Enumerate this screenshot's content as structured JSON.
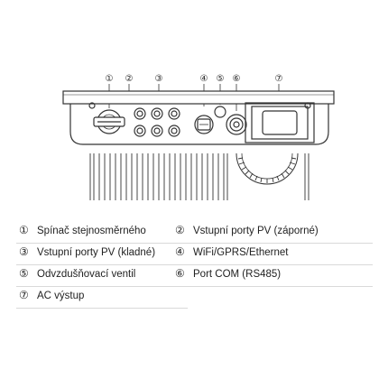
{
  "callouts": [
    "①",
    "②",
    "③",
    "④",
    "⑤",
    "⑥",
    "⑦"
  ],
  "legend": [
    {
      "marker": "①",
      "label": "Spínač stejnosměrného"
    },
    {
      "marker": "②",
      "label": "Vstupní porty PV (záporné)"
    },
    {
      "marker": "③",
      "label": "Vstupní porty PV (kladné)"
    },
    {
      "marker": "④",
      "label": "WiFi/GPRS/Ethernet"
    },
    {
      "marker": "⑤",
      "label": "Odvzdušňovací ventil"
    },
    {
      "marker": "⑥",
      "label": "Port COM (RS485)"
    },
    {
      "marker": "⑦",
      "label": "AC výstup"
    }
  ]
}
